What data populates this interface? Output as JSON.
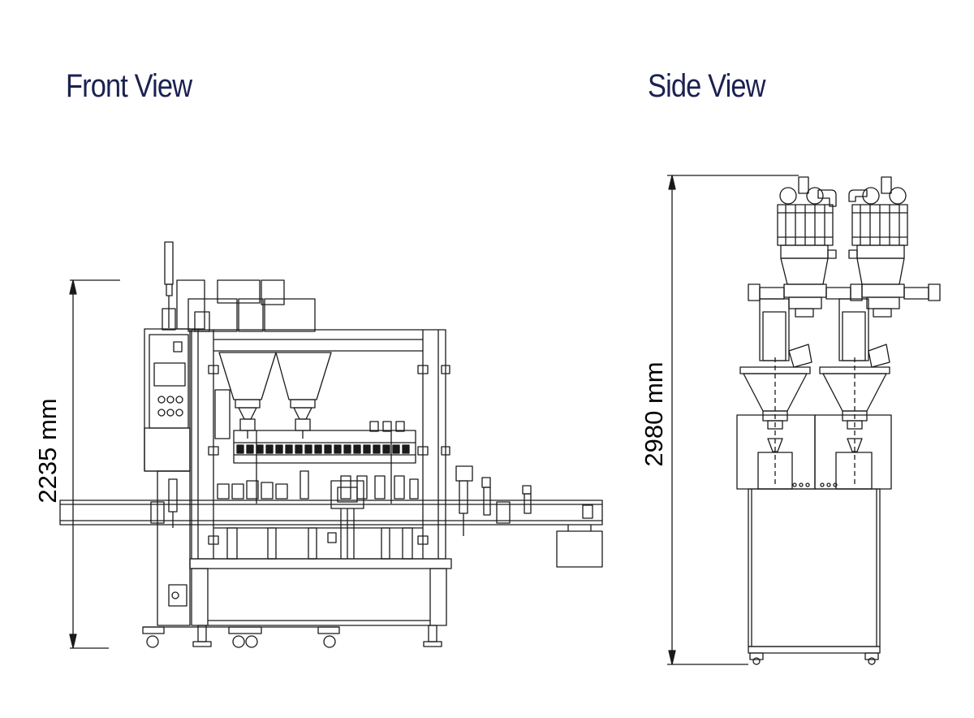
{
  "views": {
    "front": {
      "title": "Front View",
      "height_dimension": "2235 mm"
    },
    "side": {
      "title": "Side View",
      "height_dimension": "2980 mm"
    }
  },
  "colors": {
    "title_text": "#1b2150",
    "line": "#1a1a1a",
    "background": "#ffffff"
  }
}
